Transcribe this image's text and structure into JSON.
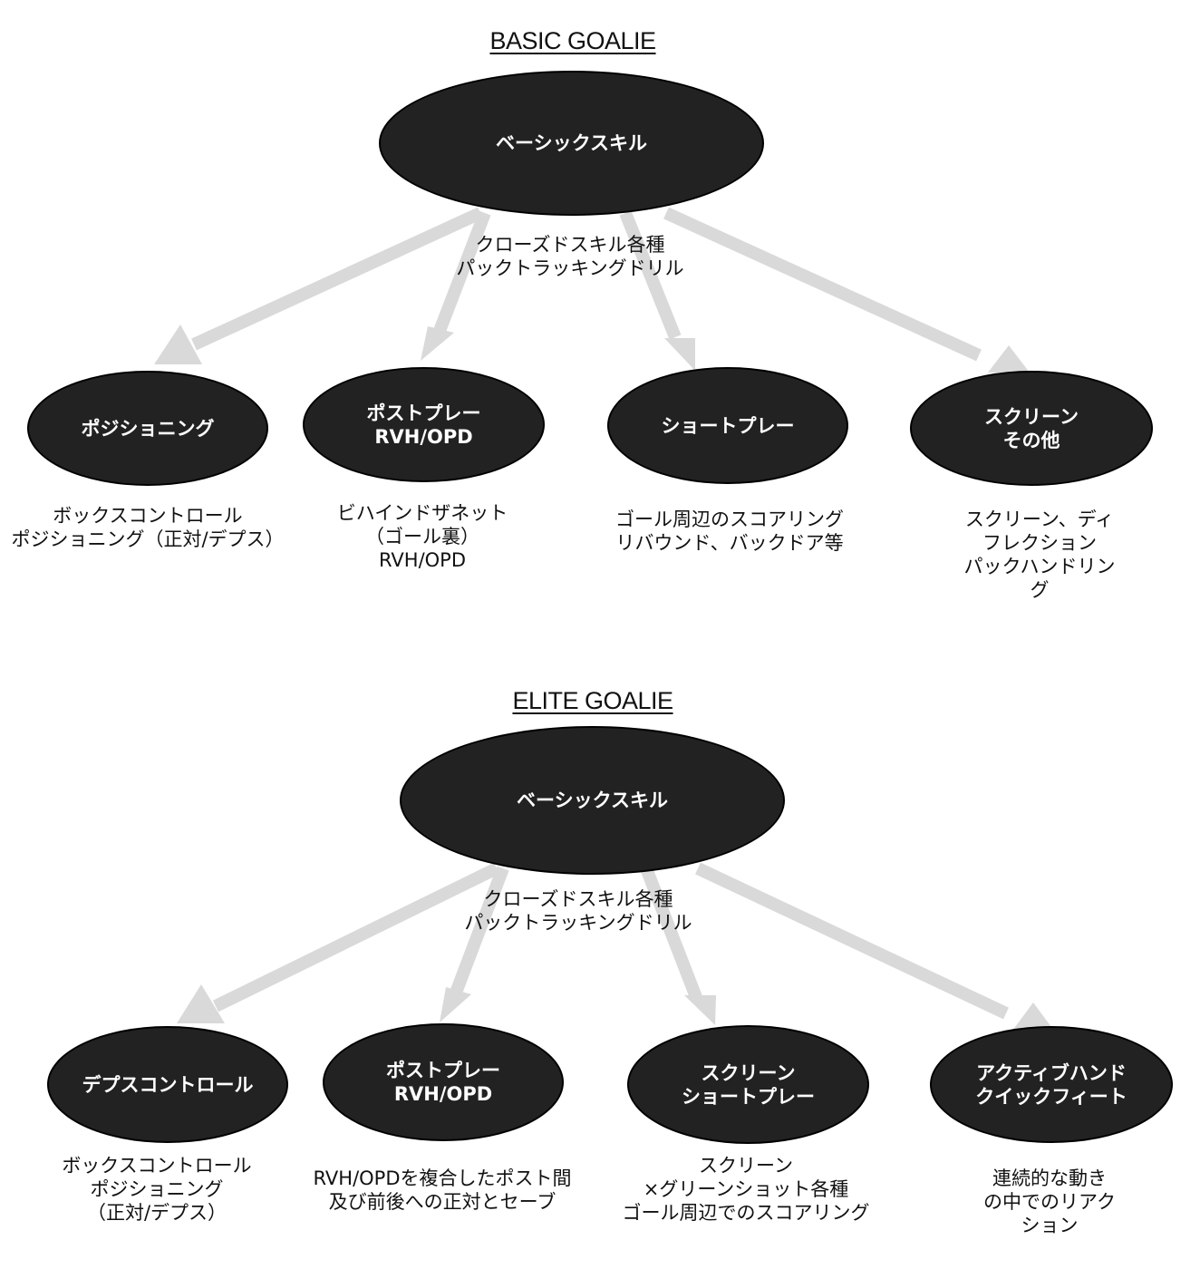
{
  "sections": [
    {
      "title": "BASIC GOALIE",
      "root": {
        "label": "ベーシックスキル",
        "note": "クローズドスキル各種\nパックトラッキングドリル"
      },
      "children": [
        {
          "label": "ポジショニング",
          "desc": "ボックスコントロール\nポジショニング（正対/デプス）"
        },
        {
          "label": "ポストプレー\nRVH/OPD",
          "desc": "ビハインドザネット\n（ゴール裏）\nRVH/OPD"
        },
        {
          "label": "ショートプレー",
          "desc": "ゴール周辺のスコアリング\nリバウンド、バックドア等"
        },
        {
          "label": "スクリーン\nその他",
          "desc": "スクリーン、ディフレクション\nパックハンドリング"
        }
      ]
    },
    {
      "title": "ELITE GOALIE",
      "root": {
        "label": "ベーシックスキル",
        "note": "クローズドスキル各種\nパックトラッキングドリル"
      },
      "children": [
        {
          "label": "デプスコントロール",
          "desc": "ボックスコントロール\nポジショニング\n（正対/デプス）"
        },
        {
          "label": "ポストプレー\nRVH/OPD",
          "desc": "RVH/OPDを複合したポスト間\n及び前後への正対とセーブ"
        },
        {
          "label": "スクリーン\nショートプレー",
          "desc": "スクリーン\n×グリーンショット各種\nゴール周辺でのスコアリング"
        },
        {
          "label": "アクティブハンド\nクイックフィート",
          "desc": "連続的な動き\nの中でのリアクション"
        }
      ]
    }
  ],
  "colors": {
    "node_fill": "#222222",
    "node_text": "#ffffff",
    "arrow": "#d9d9d9",
    "text": "#111111"
  }
}
